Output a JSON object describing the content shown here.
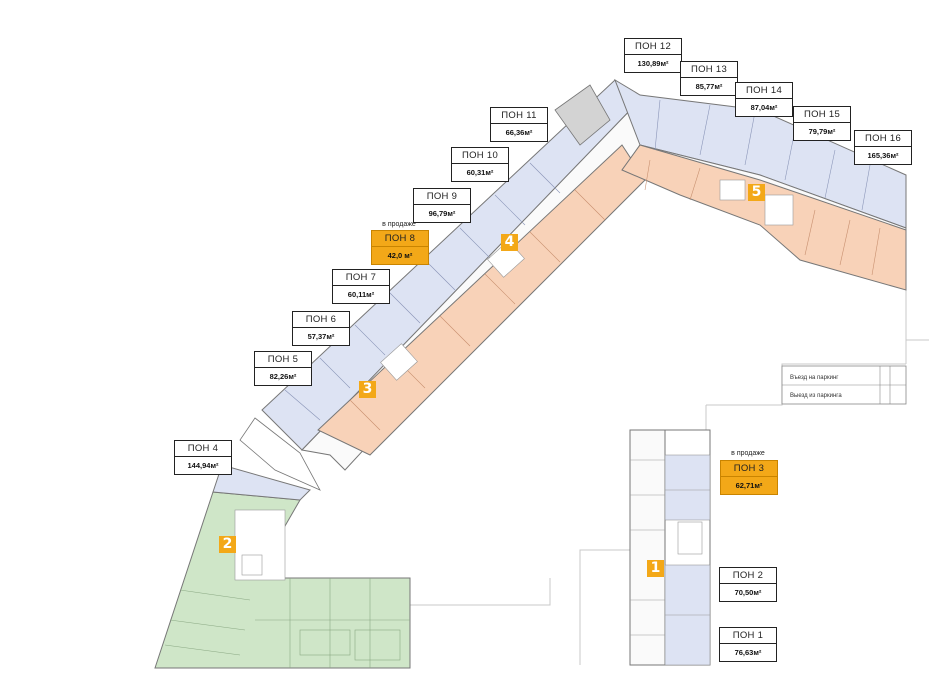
{
  "sale_label": "в продаже",
  "units": [
    {
      "name": "ПОН 1",
      "area": "76,63м²"
    },
    {
      "name": "ПОН 2",
      "area": "70,50м²"
    },
    {
      "name": "ПОН 3",
      "area": "62,71м²",
      "on_sale": true
    },
    {
      "name": "ПОН 4",
      "area": "144,94м²"
    },
    {
      "name": "ПОН 5",
      "area": "82,26м²"
    },
    {
      "name": "ПОН 6",
      "area": "57,37м²"
    },
    {
      "name": "ПОН 7",
      "area": "60,11м²"
    },
    {
      "name": "ПОН 8",
      "area": "42,0 м²",
      "on_sale": true
    },
    {
      "name": "ПОН 9",
      "area": "96,79м²"
    },
    {
      "name": "ПОН 10",
      "area": "60,31м²"
    },
    {
      "name": "ПОН 11",
      "area": "66,36м²"
    },
    {
      "name": "ПОН 12",
      "area": "130,89м²"
    },
    {
      "name": "ПОН 13",
      "area": "85,77м²"
    },
    {
      "name": "ПОН 14",
      "area": "87,04м²"
    },
    {
      "name": "ПОН 15",
      "area": "79,79м²"
    },
    {
      "name": "ПОН 16",
      "area": "165,36м²"
    }
  ],
  "sections": [
    "1",
    "2",
    "3",
    "4",
    "5"
  ],
  "parking": {
    "entry": "Въезд на паркинг",
    "exit": "Выезд из паркинга"
  },
  "colors": {
    "sale": "#f3a818",
    "apartment_blue": "#dde3f3",
    "apartment_orange": "#f8d2b8",
    "commercial_green": "#cfe6c8",
    "core_lines": "#888888"
  }
}
